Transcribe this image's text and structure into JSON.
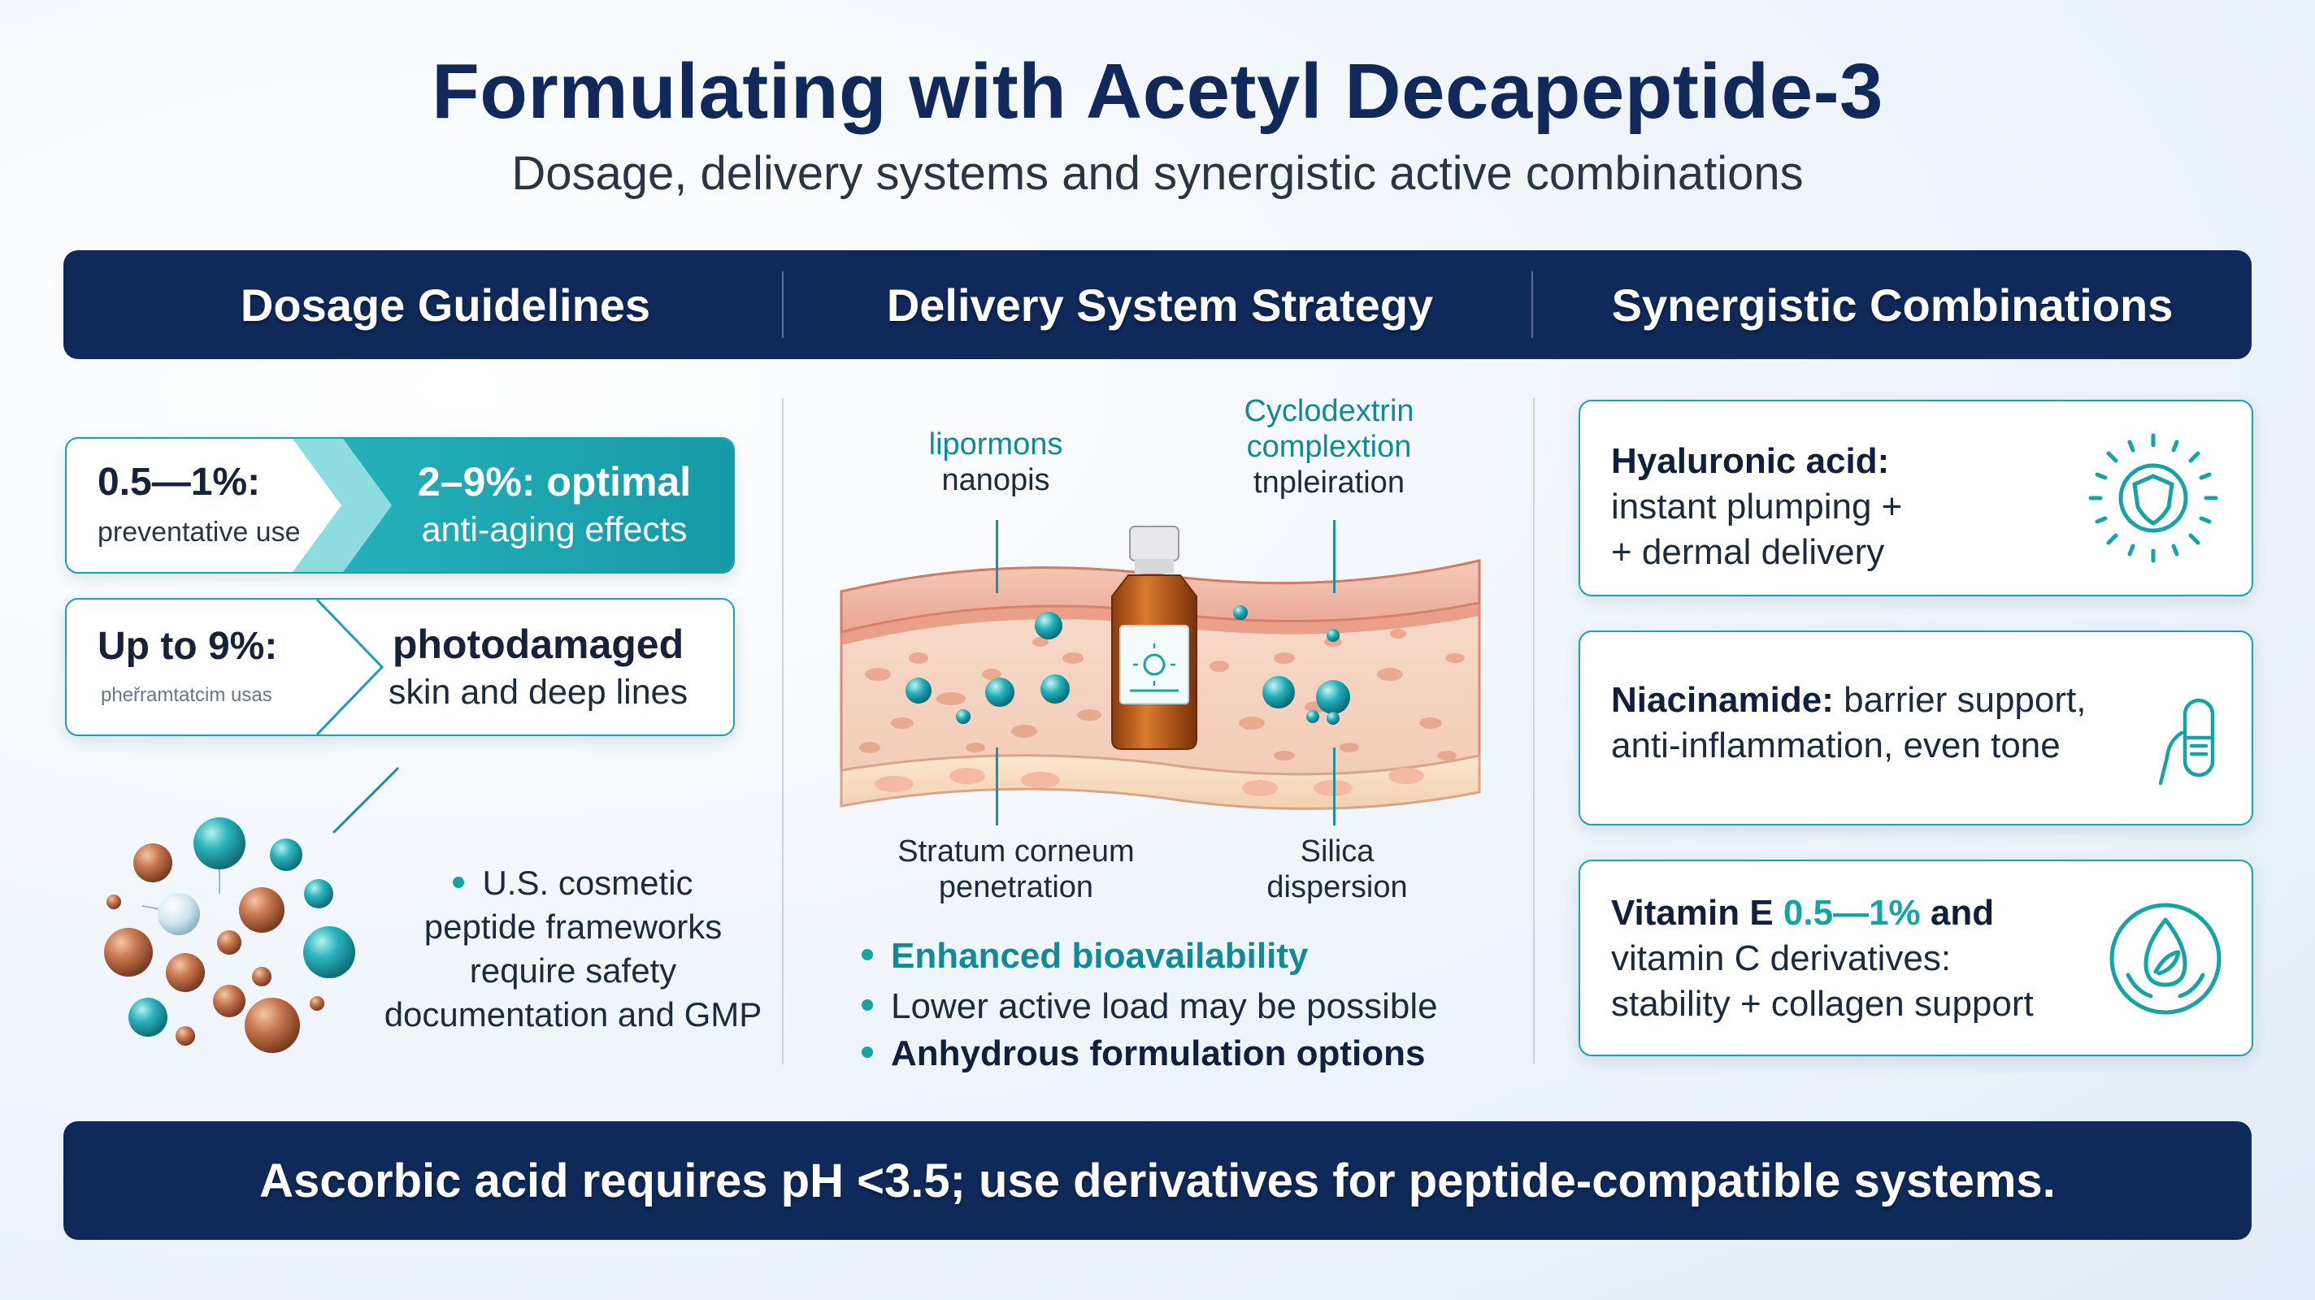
{
  "header": {
    "title": "Formulating with Acetyl Decapeptide-3",
    "subtitle": "Dosage, delivery systems and synergistic active combinations"
  },
  "columns": {
    "dosage": "Dosage Guidelines",
    "delivery": "Delivery System Strategy",
    "synergy": "Synergistic Combinations"
  },
  "dosage": {
    "card1": {
      "left_title": "0.5—1%:",
      "left_sub": "preventative use",
      "right_title": "2–9%: optimal",
      "right_sub": "anti-aging effects"
    },
    "card2": {
      "left_title": "Up to 9%:",
      "left_sub": "pheřramtatcim usas",
      "right_title": "photodamaged",
      "right_sub": "skin and deep lines"
    },
    "note_lines": [
      "U.S. cosmetic",
      "peptide frameworks",
      "require safety",
      "documentation and GMP"
    ]
  },
  "delivery": {
    "top_left_label": [
      "lipormons",
      "nanopis"
    ],
    "top_right_label": [
      "Cyclodextrin",
      "complextion",
      "tnpleiration"
    ],
    "bottom_left_label": [
      "Stratum corneum",
      "penetration"
    ],
    "bottom_right_label": [
      "Silica",
      "dispersion"
    ],
    "bullets": [
      "Enhanced bioavailability",
      "Lower active load may be possible",
      "Anhydrous formulation options"
    ]
  },
  "synergy": {
    "card1": {
      "bold": "Hyaluronic acid:",
      "lines": [
        "instant plumping +",
        "+ dermal delivery"
      ],
      "icon": "sun-shield-icon"
    },
    "card2": {
      "bold": "Niacinamide:",
      "rest": " barrier support,",
      "line2": "anti-inflammation, even tone",
      "icon": "hand-capsule-icon"
    },
    "card3": {
      "bold_a": "Vitamin E ",
      "teal": "0.5—1%",
      "bold_b": " and",
      "lines": [
        "vitamin C derivatives:",
        "stability + collagen support"
      ],
      "icon": "droplet-leaf-icon"
    }
  },
  "footer": {
    "note": "Ascorbic acid requires pH <3.5; use derivatives for peptide-compatible systems."
  },
  "colors": {
    "navy": "#0f2a5a",
    "teal": "#16a3a6",
    "title": "#10285a"
  }
}
